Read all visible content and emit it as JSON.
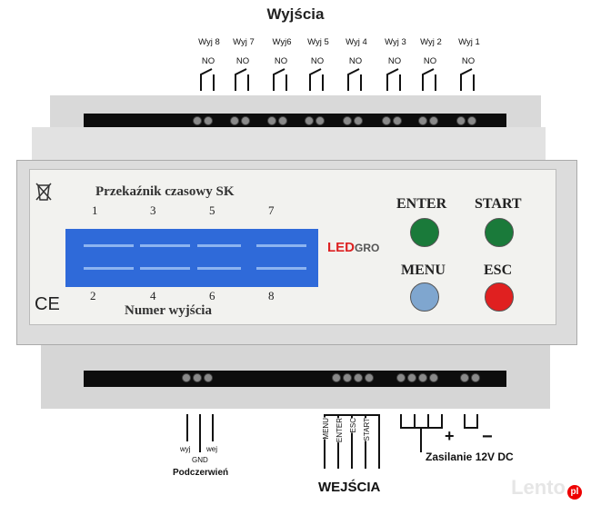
{
  "header": {
    "title": "Wyjścia"
  },
  "outputs": [
    {
      "label": "Wyj 8",
      "contact": "NO"
    },
    {
      "label": "Wyj 7",
      "contact": "NO"
    },
    {
      "label": "Wyj6",
      "contact": "NO"
    },
    {
      "label": "Wyj 5",
      "contact": "NO"
    },
    {
      "label": "Wyj 4",
      "contact": "NO"
    },
    {
      "label": "Wyj 3",
      "contact": "NO"
    },
    {
      "label": "Wyj 2",
      "contact": "NO"
    },
    {
      "label": "Wyj 1",
      "contact": "NO"
    }
  ],
  "panel": {
    "title": "Przekaźnik czasowy  SK",
    "top_numbers": [
      "1",
      "3",
      "5",
      "7"
    ],
    "bottom_numbers": [
      "2",
      "4",
      "6",
      "8"
    ],
    "caption": "Numer wyjścia",
    "ce_mark": "CE",
    "logo_led": "LED",
    "logo_gro": "GRO"
  },
  "buttons": {
    "enter": {
      "label": "ENTER",
      "color": "#1a7a3a"
    },
    "start": {
      "label": "START",
      "color": "#1a7a3a"
    },
    "menu": {
      "label": "MENU",
      "color": "#7fa6cf"
    },
    "esc": {
      "label": "ESC",
      "color": "#e02020"
    }
  },
  "ir_sensor": {
    "pins": [
      "wyj",
      "GND",
      "wej"
    ],
    "caption": "Podczerwień"
  },
  "inputs": {
    "pins": [
      "MENU",
      "ENTER",
      "ESC",
      "START"
    ],
    "caption": "WEJŚCIA"
  },
  "power": {
    "plus": "+",
    "minus": "−",
    "caption": "Zasilanie 12V DC"
  },
  "watermark": {
    "text": "Lento",
    "suffix": "pl"
  }
}
